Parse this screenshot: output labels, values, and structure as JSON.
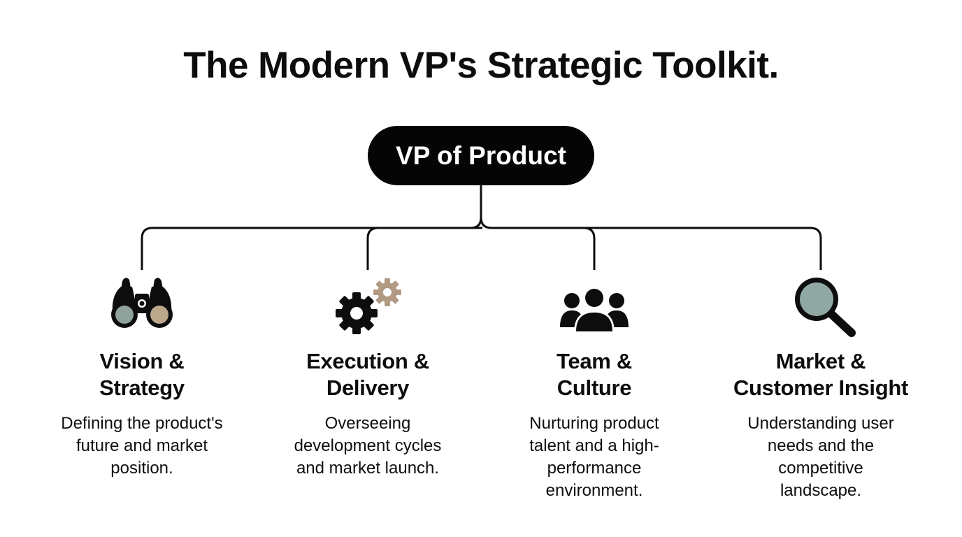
{
  "title": "The Modern VP's Strategic Toolkit.",
  "root": {
    "label": "VP of Product"
  },
  "branches": [
    {
      "icon": "binoculars-icon",
      "title_lines": [
        "Vision &",
        "Strategy"
      ],
      "desc_lines": [
        "Defining the product's",
        "future and market",
        "position."
      ]
    },
    {
      "icon": "gears-icon",
      "title_lines": [
        "Execution &",
        "Delivery"
      ],
      "desc_lines": [
        "Overseeing",
        "development cycles",
        "and market launch."
      ]
    },
    {
      "icon": "people-group-icon",
      "title_lines": [
        "Team &",
        "Culture"
      ],
      "desc_lines": [
        "Nurturing product",
        "talent and a high-",
        "performance",
        "environment."
      ]
    },
    {
      "icon": "magnifying-glass-icon",
      "title_lines": [
        "Market &",
        "Customer Insight"
      ],
      "desc_lines": [
        "Understanding user",
        "needs and the",
        "competitive",
        "landscape."
      ]
    }
  ],
  "colors": {
    "ink": "#0d0d0d",
    "root_fill": "#050505",
    "lens_teal": "#8fa39c",
    "lens_tan": "#bda88c",
    "gear_accent": "#b09a84",
    "magnifier_glass": "#90a8a4"
  }
}
